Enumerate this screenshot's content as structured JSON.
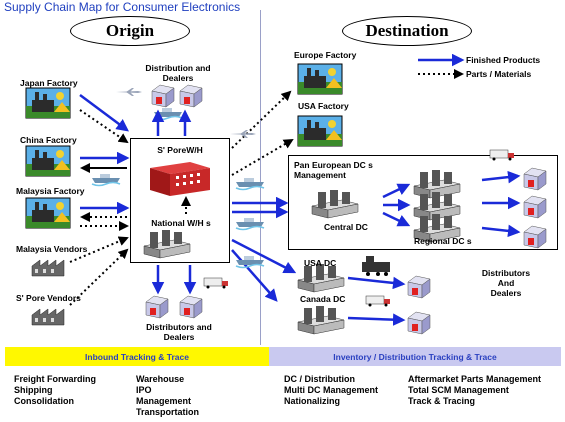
{
  "title": "Supply Chain Map for Consumer Electronics",
  "origin_label": "Origin",
  "destination_label": "Destination",
  "legend": {
    "finished": "Finished Products",
    "parts": "Parts / Materials",
    "finished_color": "#1a2ad8",
    "parts_color": "#000000"
  },
  "origin": {
    "japan_factory": "Japan Factory",
    "china_factory": "China Factory",
    "malaysia_factory": "Malaysia Factory",
    "malaysia_vendors": "Malaysia Vendors",
    "spore_vendors": "S' Pore Vendors",
    "dist_dealers_top": [
      "Distribution and",
      "Dealers"
    ],
    "spore_wh": "S' PoreW/H",
    "national_wh": "National W/H s",
    "dist_dealers_bottom": [
      "Distributors and",
      "Dealers"
    ]
  },
  "destination": {
    "europe_factory": "Europe Factory",
    "usa_factory": "USA Factory",
    "pan_european": [
      "Pan European DC s",
      "Management"
    ],
    "central_dc": "Central DC",
    "regional_dc": "Regional DC s",
    "usa_dc": "USA DC",
    "canada_dc": "Canada DC",
    "distributors": [
      "Distributors",
      "And",
      "Dealers"
    ]
  },
  "bands": {
    "inbound": "Inbound Tracking & Trace",
    "inventory": "Inventory / Distribution Tracking & Trace"
  },
  "services": {
    "col1": [
      "Freight Forwarding",
      "Shipping",
      "Consolidation"
    ],
    "col2": [
      "Warehouse",
      "IPO",
      "Management",
      "Transportation"
    ],
    "col3": [
      "DC / Distribution",
      "Multi DC Management",
      "Nationalizing"
    ],
    "col4": [
      "Aftermarket Parts Management",
      "Total SCM Management",
      "Track & Tracing"
    ]
  },
  "colors": {
    "arrow_blue": "#1a2ad8",
    "band_yellow": "#fff800",
    "band_lavender": "#c9c9f0",
    "title_blue": "#1f3fbf"
  }
}
